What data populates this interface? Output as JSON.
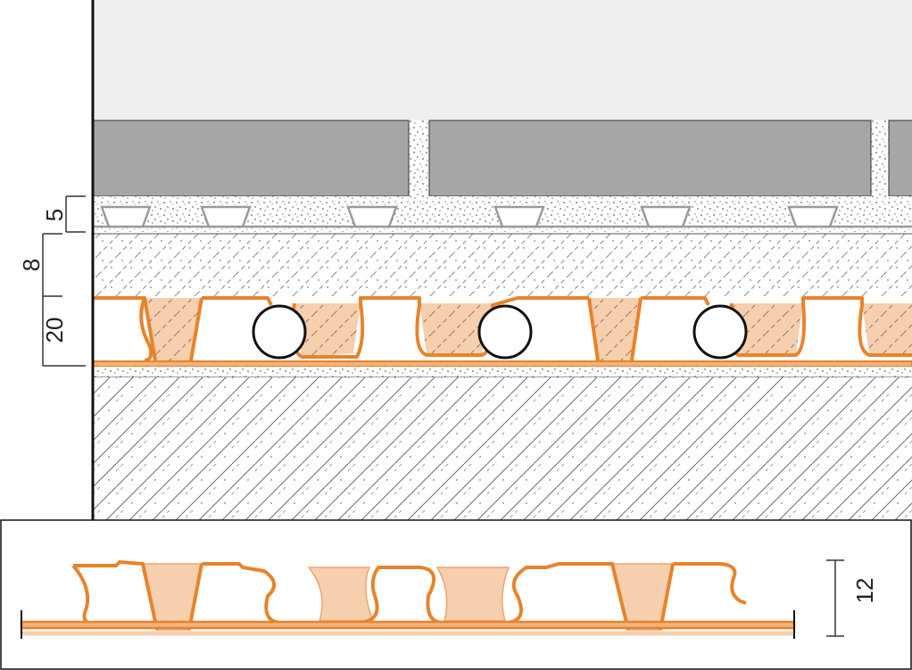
{
  "section": {
    "dimensions": {
      "tile_bed": "5",
      "screed_cover": "8",
      "membrane_height": "20"
    },
    "pipe_count": 3
  },
  "detail": {
    "dimensions": {
      "membrane_height": "12"
    }
  },
  "colors": {
    "membrane_stroke": "#e8832a",
    "membrane_fill": "#f6cfae",
    "tile": "#a6a6a6",
    "background": "#efefef",
    "pipe_fill": "#ffffff",
    "line": "#111111"
  }
}
